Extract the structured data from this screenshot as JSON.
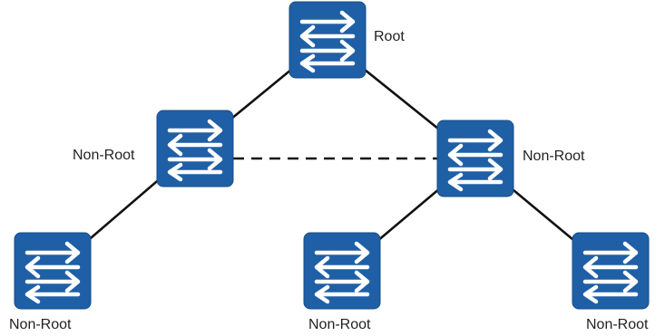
{
  "colors": {
    "switch_fill": "#1f5fa6",
    "switch_stroke": "#174b86",
    "arrow": "#ffffff",
    "link": "#111111"
  },
  "icon": "network-switch-icon",
  "nodes": [
    {
      "id": "s1",
      "label": "Root"
    },
    {
      "id": "s2",
      "label": "Non-Root"
    },
    {
      "id": "s3",
      "label": "Non-Root"
    },
    {
      "id": "s4",
      "label": "Non-Root"
    },
    {
      "id": "s5",
      "label": "Non-Root"
    },
    {
      "id": "s6",
      "label": "Non-Root"
    }
  ],
  "links": [
    {
      "from": "s1",
      "to": "s2",
      "style": "solid"
    },
    {
      "from": "s1",
      "to": "s3",
      "style": "solid"
    },
    {
      "from": "s2",
      "to": "s4",
      "style": "solid"
    },
    {
      "from": "s3",
      "to": "s5",
      "style": "solid"
    },
    {
      "from": "s3",
      "to": "s6",
      "style": "solid"
    },
    {
      "from": "s2",
      "to": "s3",
      "style": "dashed"
    }
  ]
}
